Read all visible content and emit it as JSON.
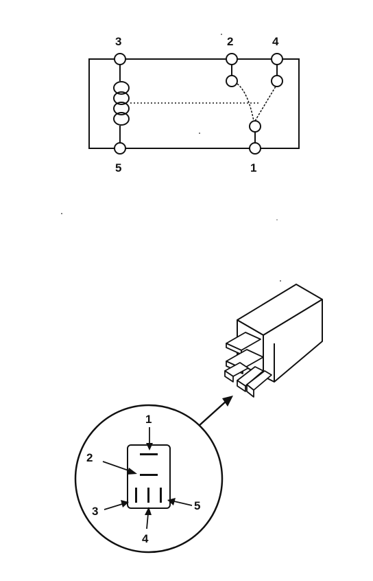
{
  "schematic": {
    "pins": {
      "p3": "3",
      "p2": "2",
      "p4": "4",
      "p5": "5",
      "p1": "1"
    }
  },
  "connector": {
    "pins": {
      "p1": "1",
      "p2": "2",
      "p3": "3",
      "p4": "4",
      "p5": "5"
    }
  },
  "colors": {
    "line": "#111111",
    "background": "#ffffff"
  }
}
